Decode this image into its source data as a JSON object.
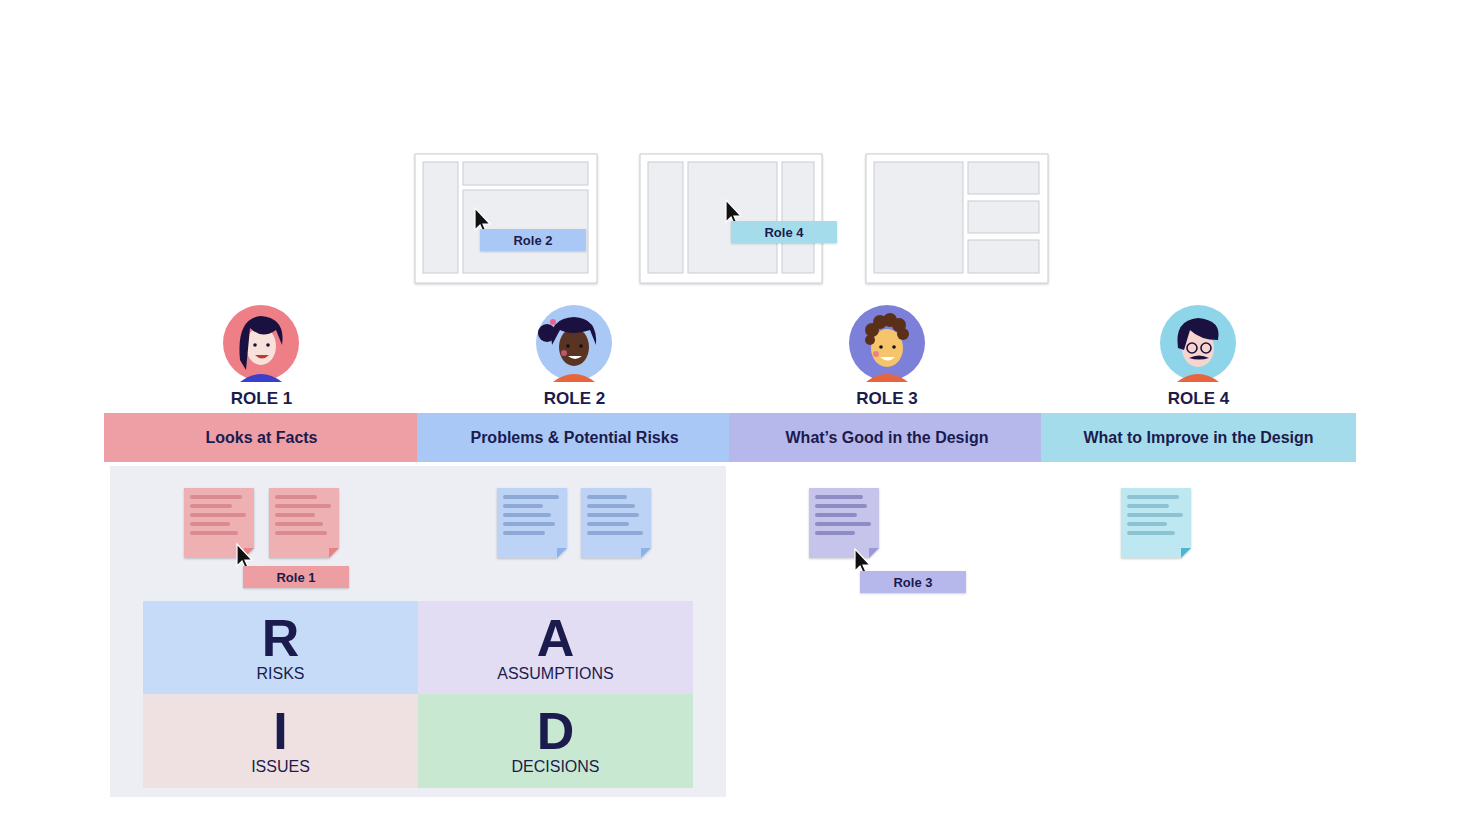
{
  "diagram": {
    "nodes": [
      {
        "text": [
          "Role 2"
        ]
      },
      {
        "text": [
          "Role 4"
        ]
      },
      {
        "text": [
          "ROLE 1",
          "Looks at Facts"
        ]
      },
      {
        "text": [
          "ROLE 2",
          "Problems & Potential Risks"
        ]
      },
      {
        "text": [
          "ROLE 3",
          "What’s Good in the Design"
        ]
      },
      {
        "text": [
          "ROLE 4",
          "What to Improve in the Design"
        ]
      },
      {
        "text": [
          "Role 1"
        ]
      },
      {
        "text": [
          "Role 3"
        ]
      },
      {
        "text": [
          "R",
          "RISKS"
        ]
      },
      {
        "text": [
          "A",
          "ASSUMPTIONS"
        ]
      },
      {
        "text": [
          "I",
          "ISSUES"
        ]
      },
      {
        "text": [
          "D",
          "DECISIONS"
        ]
      }
    ]
  }
}
